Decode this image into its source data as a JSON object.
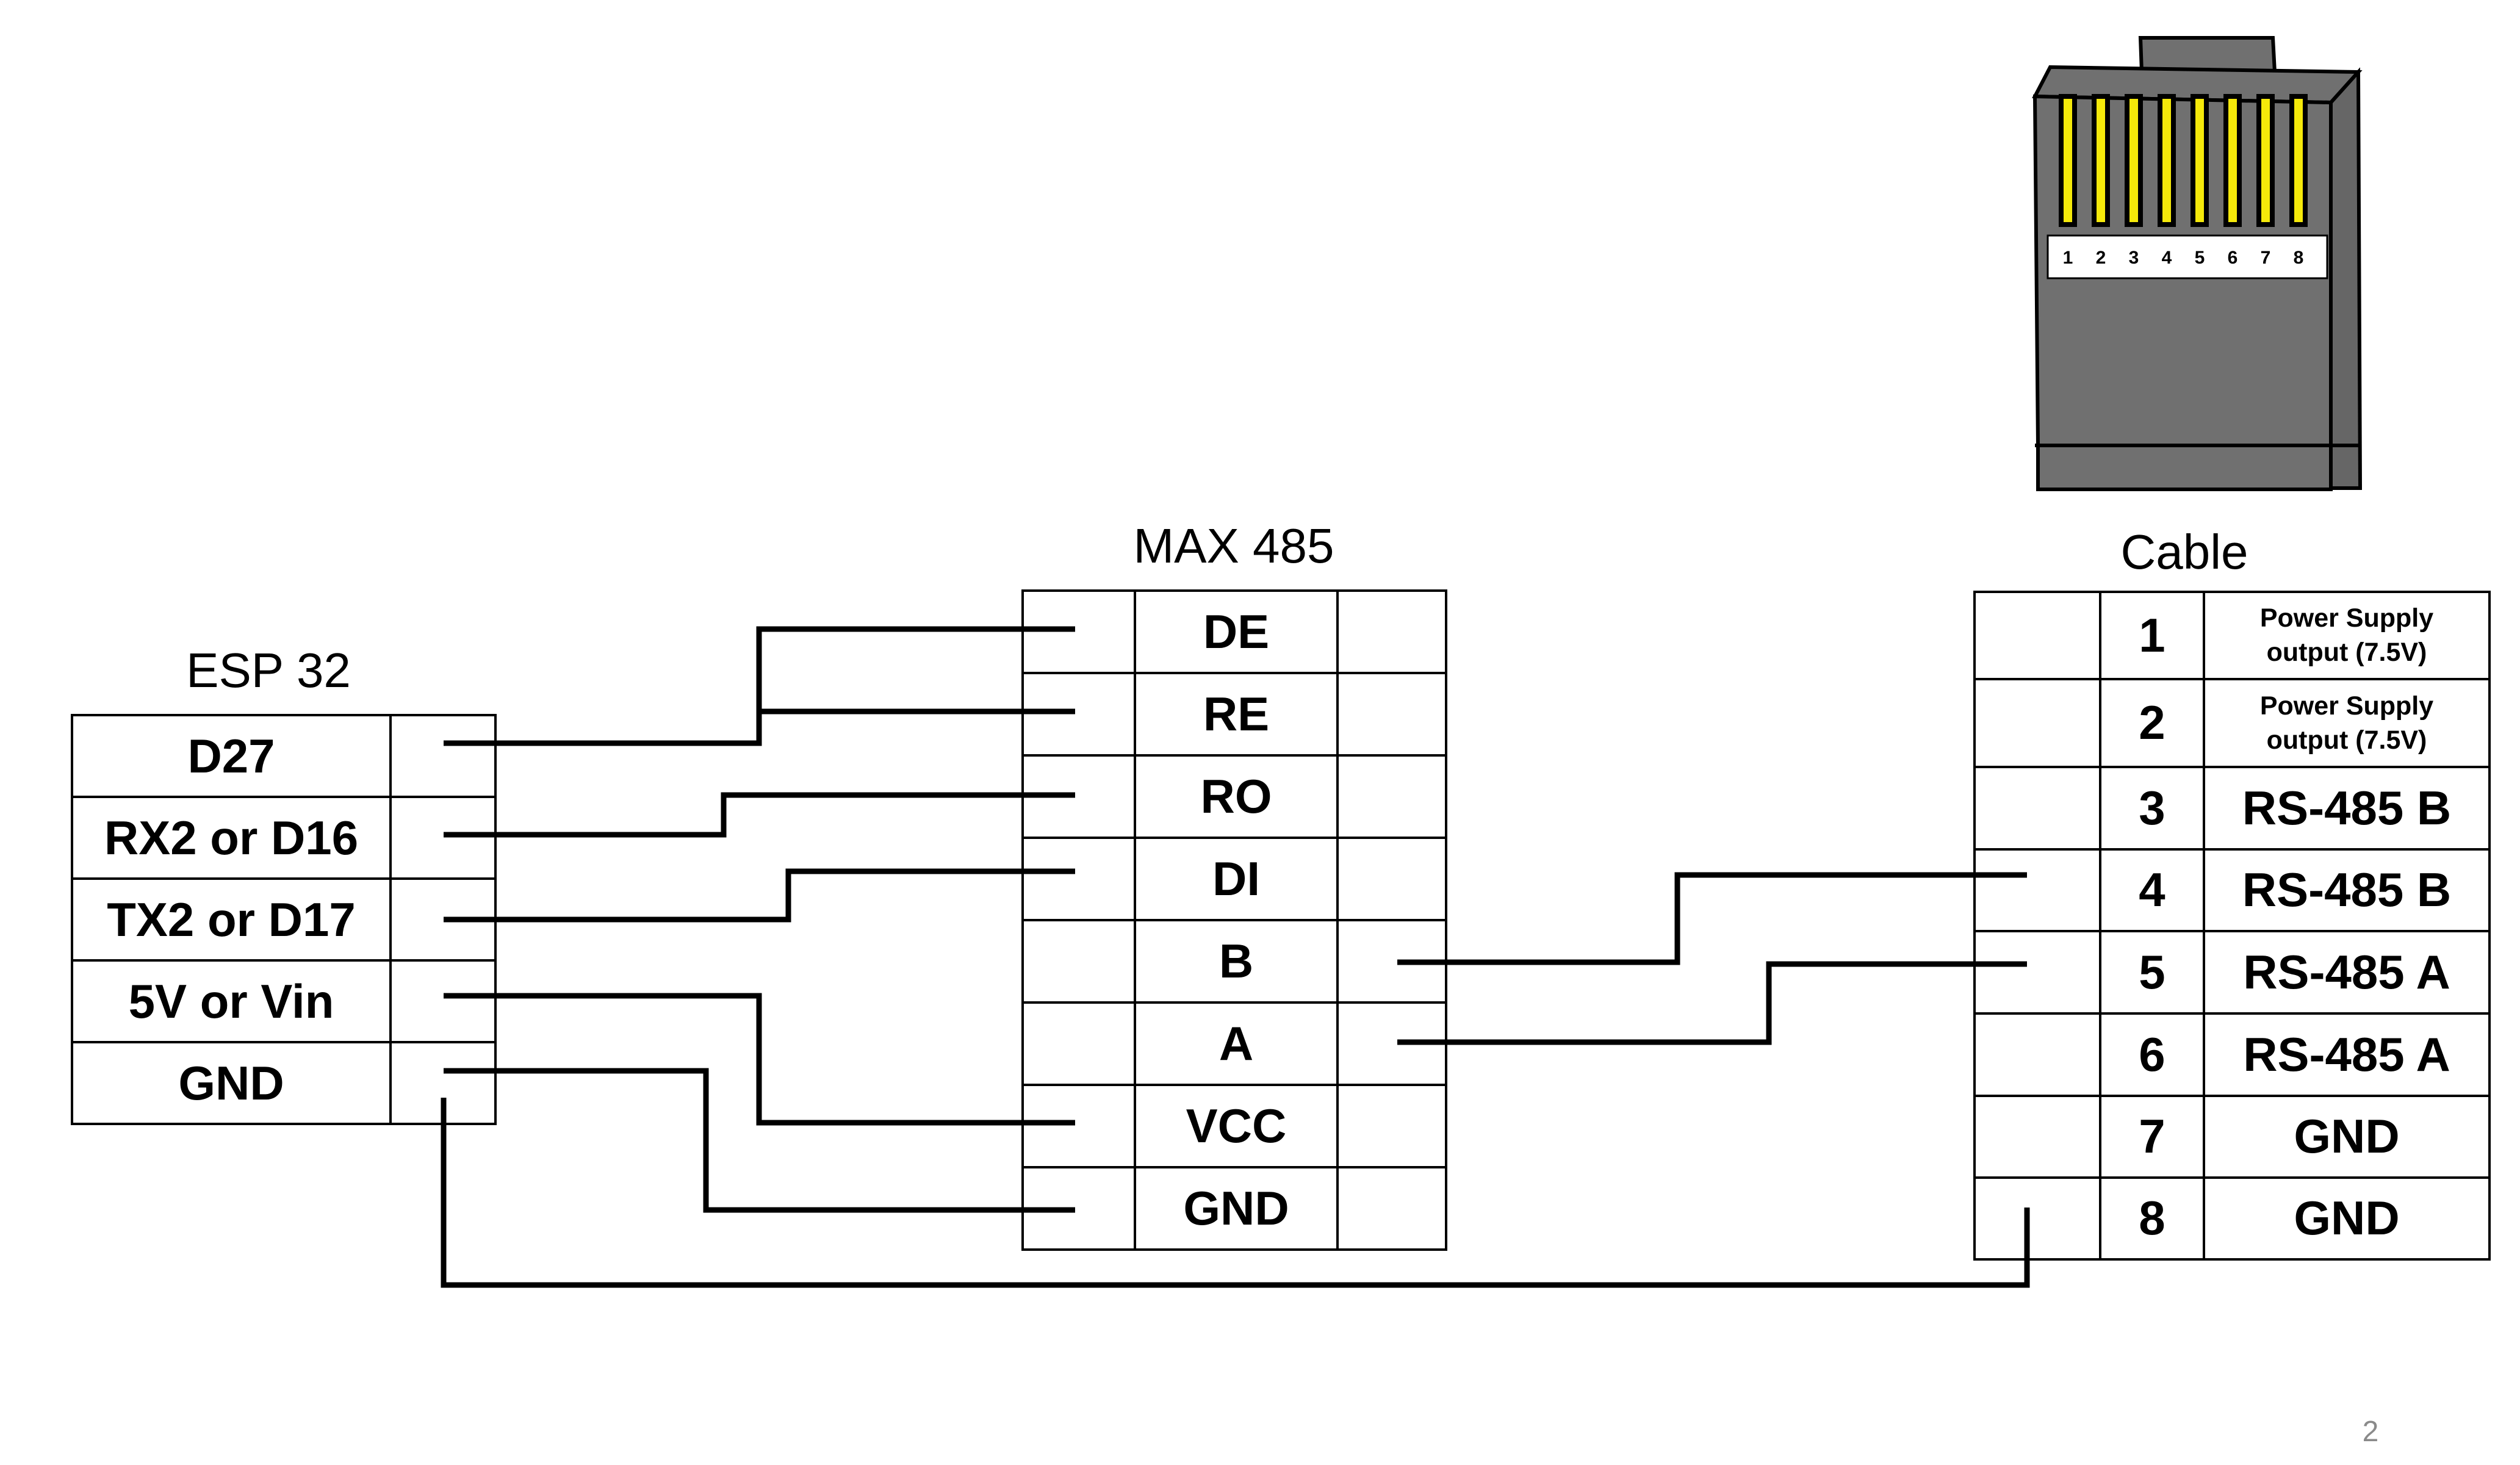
{
  "esp32": {
    "title": "ESP 32",
    "pins": [
      "D27",
      "RX2 or D16",
      "TX2 or D17",
      "5V or Vin",
      "GND"
    ]
  },
  "max485": {
    "title": "MAX 485",
    "pins": [
      "DE",
      "RE",
      "RO",
      "DI",
      "B",
      "A",
      "VCC",
      "GND"
    ]
  },
  "cable": {
    "title": "Cable",
    "rows": [
      {
        "num": "1",
        "label": [
          "Power Supply",
          "output (7.5V)"
        ]
      },
      {
        "num": "2",
        "label": [
          "Power Supply",
          "output (7.5V)"
        ]
      },
      {
        "num": "3",
        "label": [
          "RS-485 B"
        ]
      },
      {
        "num": "4",
        "label": [
          "RS-485 B"
        ]
      },
      {
        "num": "5",
        "label": [
          "RS-485 A"
        ]
      },
      {
        "num": "6",
        "label": [
          "RS-485 A"
        ]
      },
      {
        "num": "7",
        "label": [
          "GND"
        ]
      },
      {
        "num": "8",
        "label": [
          "GND"
        ]
      }
    ]
  },
  "connector": {
    "pin_numbers": [
      "1",
      "2",
      "3",
      "4",
      "5",
      "6",
      "7",
      "8"
    ],
    "body_color": "#707070",
    "contact_color": "#f5e90a"
  },
  "page_number": "2"
}
